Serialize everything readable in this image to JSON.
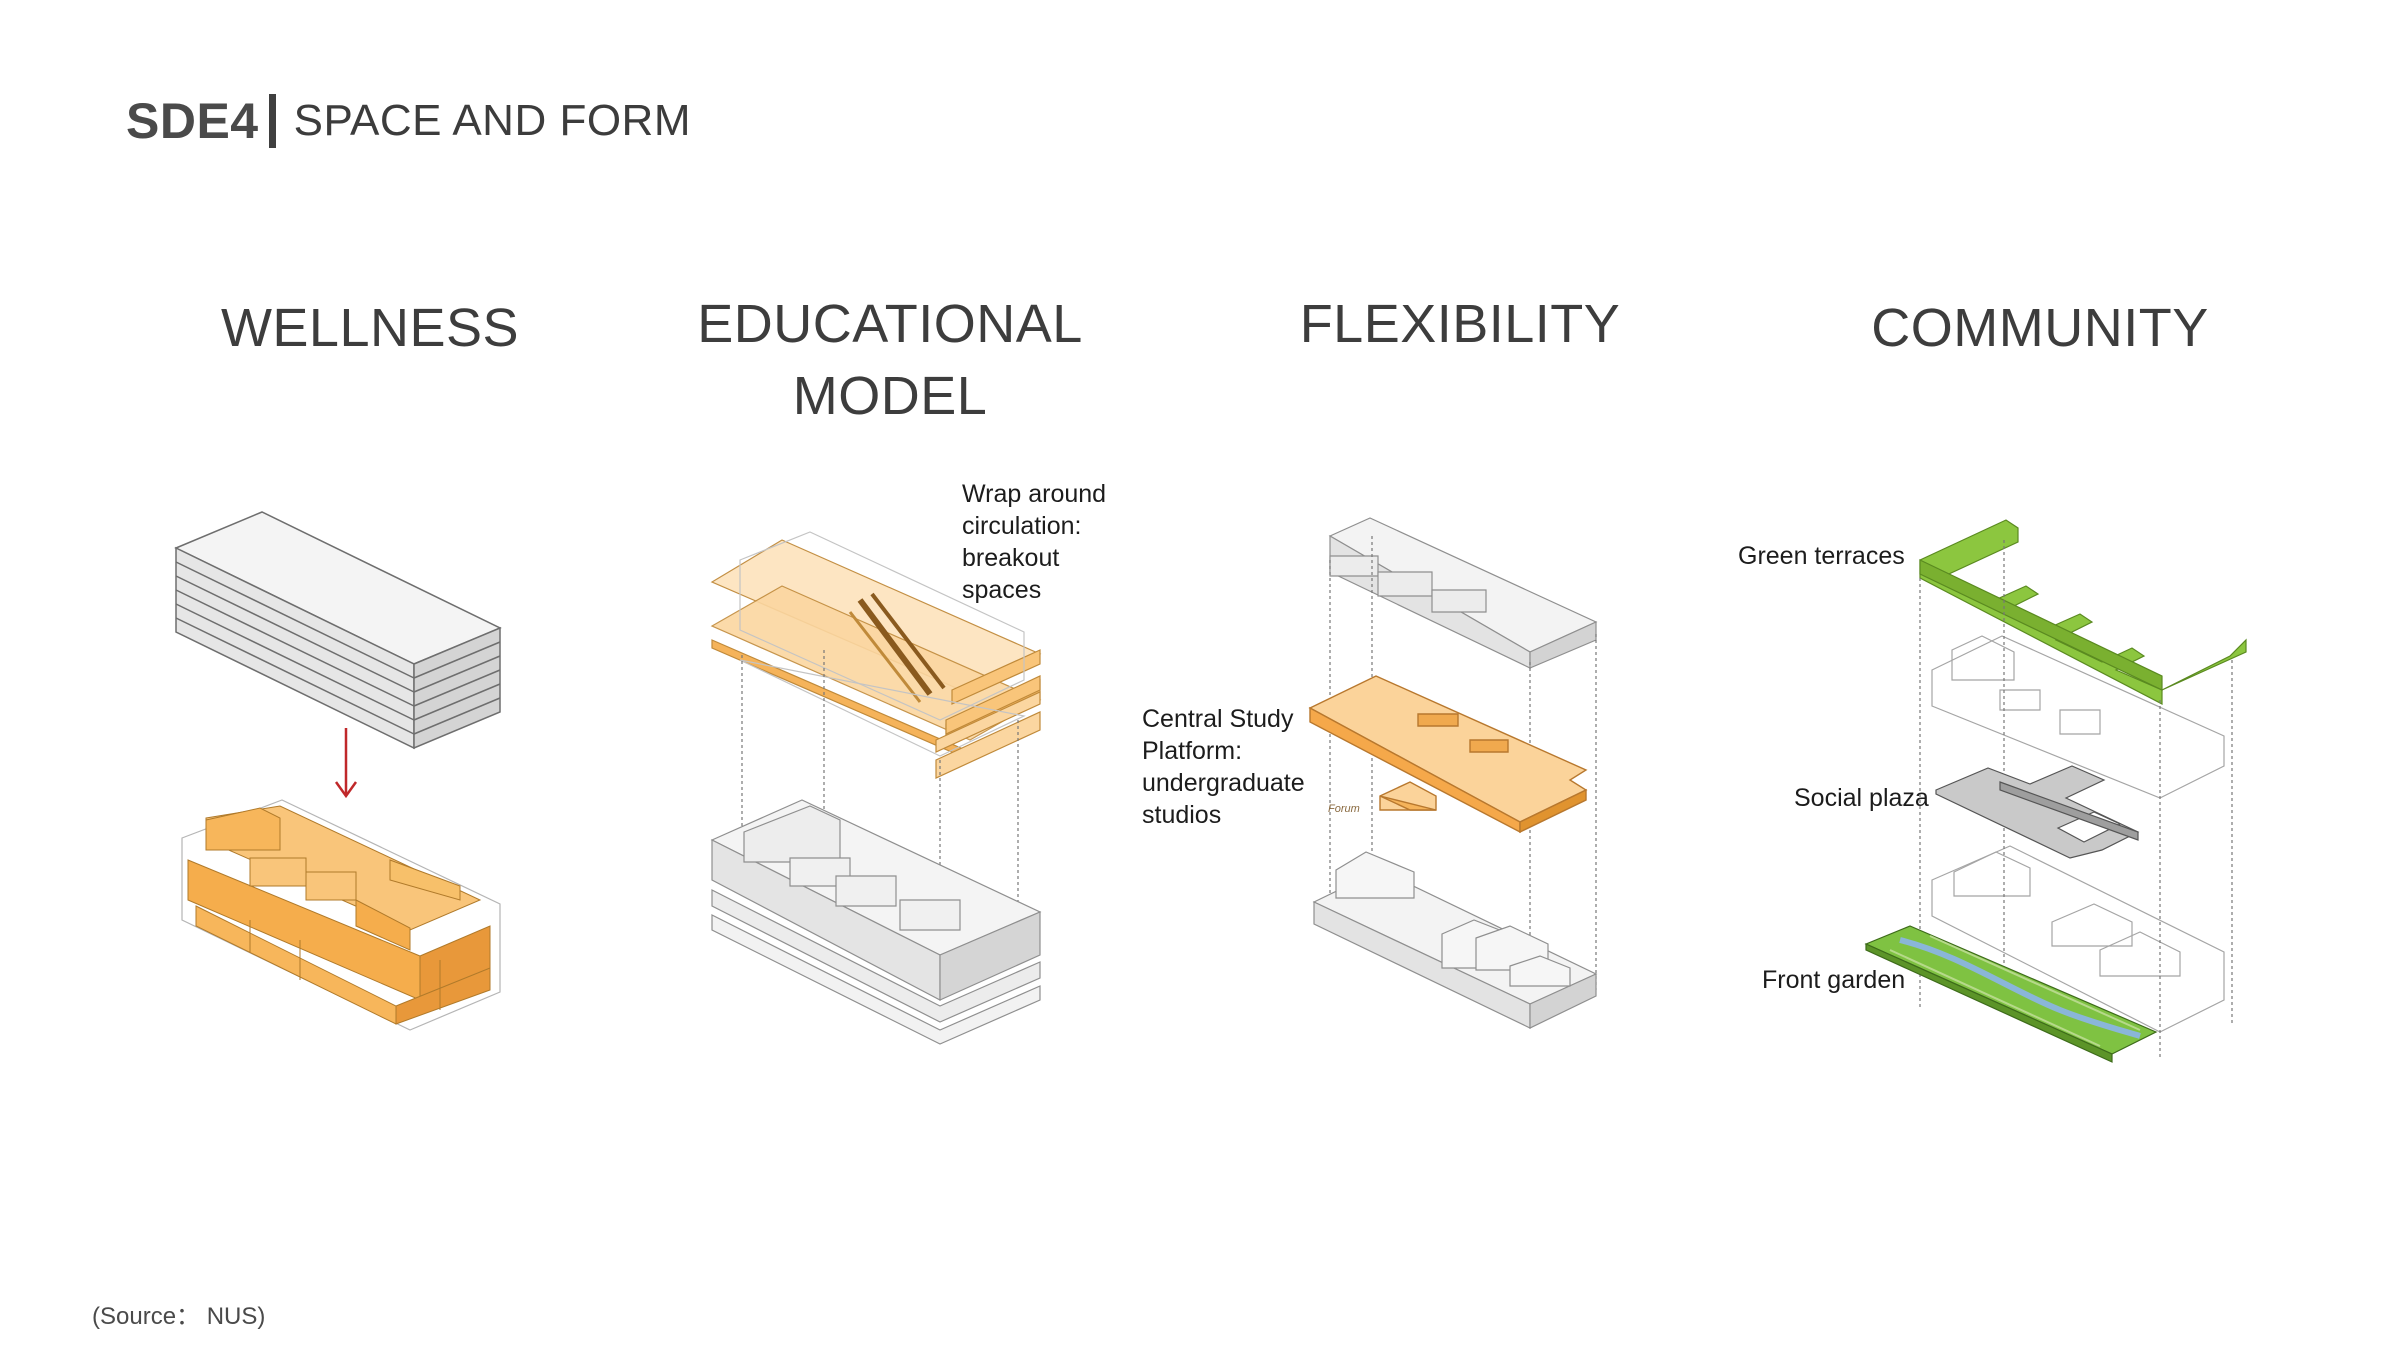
{
  "header": {
    "code": "SDE4",
    "title": "SPACE AND FORM"
  },
  "panels": [
    {
      "id": "wellness",
      "heading": "WELLNESS",
      "labels": []
    },
    {
      "id": "educational",
      "heading": "EDUCATIONAL\nMODEL",
      "labels": [
        "Wrap around\ncirculation:\nbreakout\nspaces"
      ]
    },
    {
      "id": "flexibility",
      "heading": "FLEXIBILITY",
      "labels": [
        "Central Study\nPlatform:\nundergraduate\nstudios"
      ],
      "tag": "Forum"
    },
    {
      "id": "community",
      "heading": "COMMUNITY",
      "labels": [
        "Green terraces",
        "Social plaza",
        "Front garden"
      ]
    }
  ],
  "footer": {
    "source": "(Source： NUS)"
  },
  "colors": {
    "orange": "#f5b35a",
    "light_orange": "#fbd9a8",
    "green": "#8cc63f",
    "grey_outline": "#8f8f8f",
    "arrow_red": "#c0282a"
  }
}
